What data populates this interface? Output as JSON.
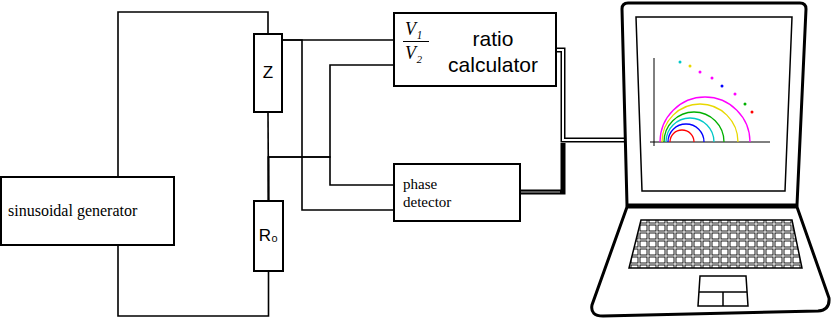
{
  "diagram": {
    "nodes": [
      {
        "text": [
          "sinusoidal generator"
        ]
      },
      {
        "text": [
          "Z"
        ]
      },
      {
        "text": [
          "R₀"
        ]
      },
      {
        "text": [
          "V₁",
          "V₂",
          "ratio calculator"
        ]
      },
      {
        "text": [
          "phase detector"
        ]
      }
    ],
    "edges": [
      {
        "from": 0,
        "to": 1,
        "arrow": "none"
      },
      {
        "from": 1,
        "to": 2,
        "arrow": "none"
      },
      {
        "from": 2,
        "to": 0,
        "arrow": "none"
      },
      {
        "from": 1,
        "to": 3,
        "arrow": "none"
      },
      {
        "from": 1,
        "to": 4,
        "arrow": "none"
      },
      {
        "from": 2,
        "to": 3,
        "arrow": "none"
      },
      {
        "from": 2,
        "to": 4,
        "arrow": "none"
      }
    ]
  }
}
